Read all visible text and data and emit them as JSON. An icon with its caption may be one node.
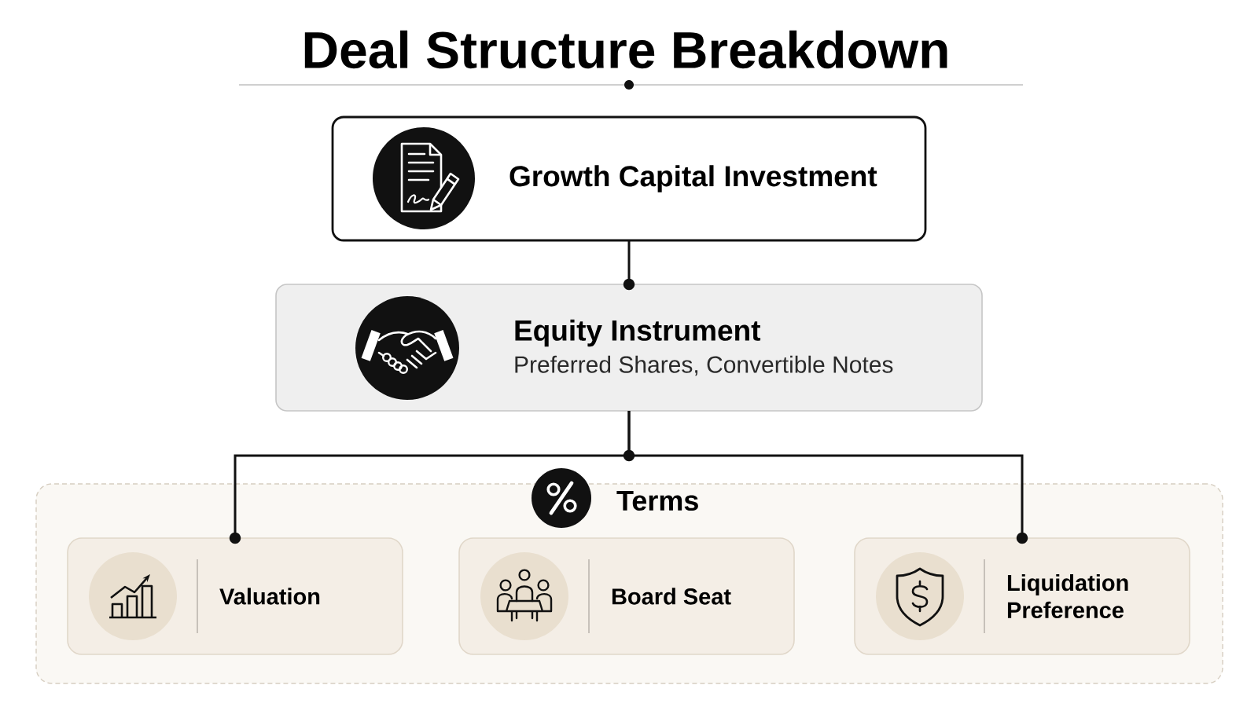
{
  "diagram": {
    "title": "Deal Structure Breakdown",
    "nodes": [
      {
        "text": [
          "Growth Capital Investment"
        ]
      },
      {
        "text": [
          "Equity Instrument",
          "Preferred Shares, Convertible Notes"
        ]
      },
      {
        "text": [
          "Terms"
        ]
      },
      {
        "text": [
          "Valuation"
        ],
        "in": 2
      },
      {
        "text": [
          "Board Seat"
        ],
        "in": 2
      },
      {
        "text": [
          "Liquidation Preference"
        ],
        "in": 2
      }
    ],
    "edges": [
      {
        "from": 0,
        "to": 1,
        "arrow": "other"
      },
      {
        "from": 1,
        "to": 3,
        "arrow": "other"
      },
      {
        "from": 1,
        "to": 5,
        "arrow": "other"
      }
    ]
  }
}
